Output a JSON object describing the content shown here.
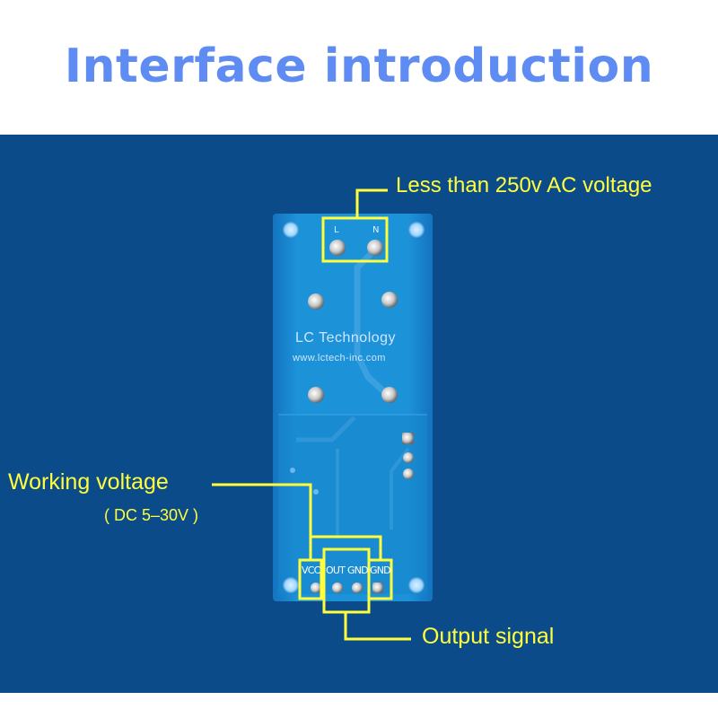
{
  "header": {
    "title": "Interface introduction"
  },
  "photo": {
    "board_brand": "LC Technology",
    "board_url": "www.lctech-inc.com",
    "terminal_labels": [
      "L",
      "N"
    ],
    "pin_labels": [
      "VCC",
      "OUT",
      "GND",
      "GND"
    ]
  },
  "callouts": {
    "ac_voltage": "Less than 250v AC voltage",
    "working_voltage": "Working voltage",
    "working_voltage_range": "( DC 5–30V )",
    "output_signal": "Output signal"
  },
  "colors": {
    "title": "#5f8cf2",
    "background": "#0c4b8a",
    "callout": "#ffff3c",
    "board": "#1a8fd6"
  }
}
